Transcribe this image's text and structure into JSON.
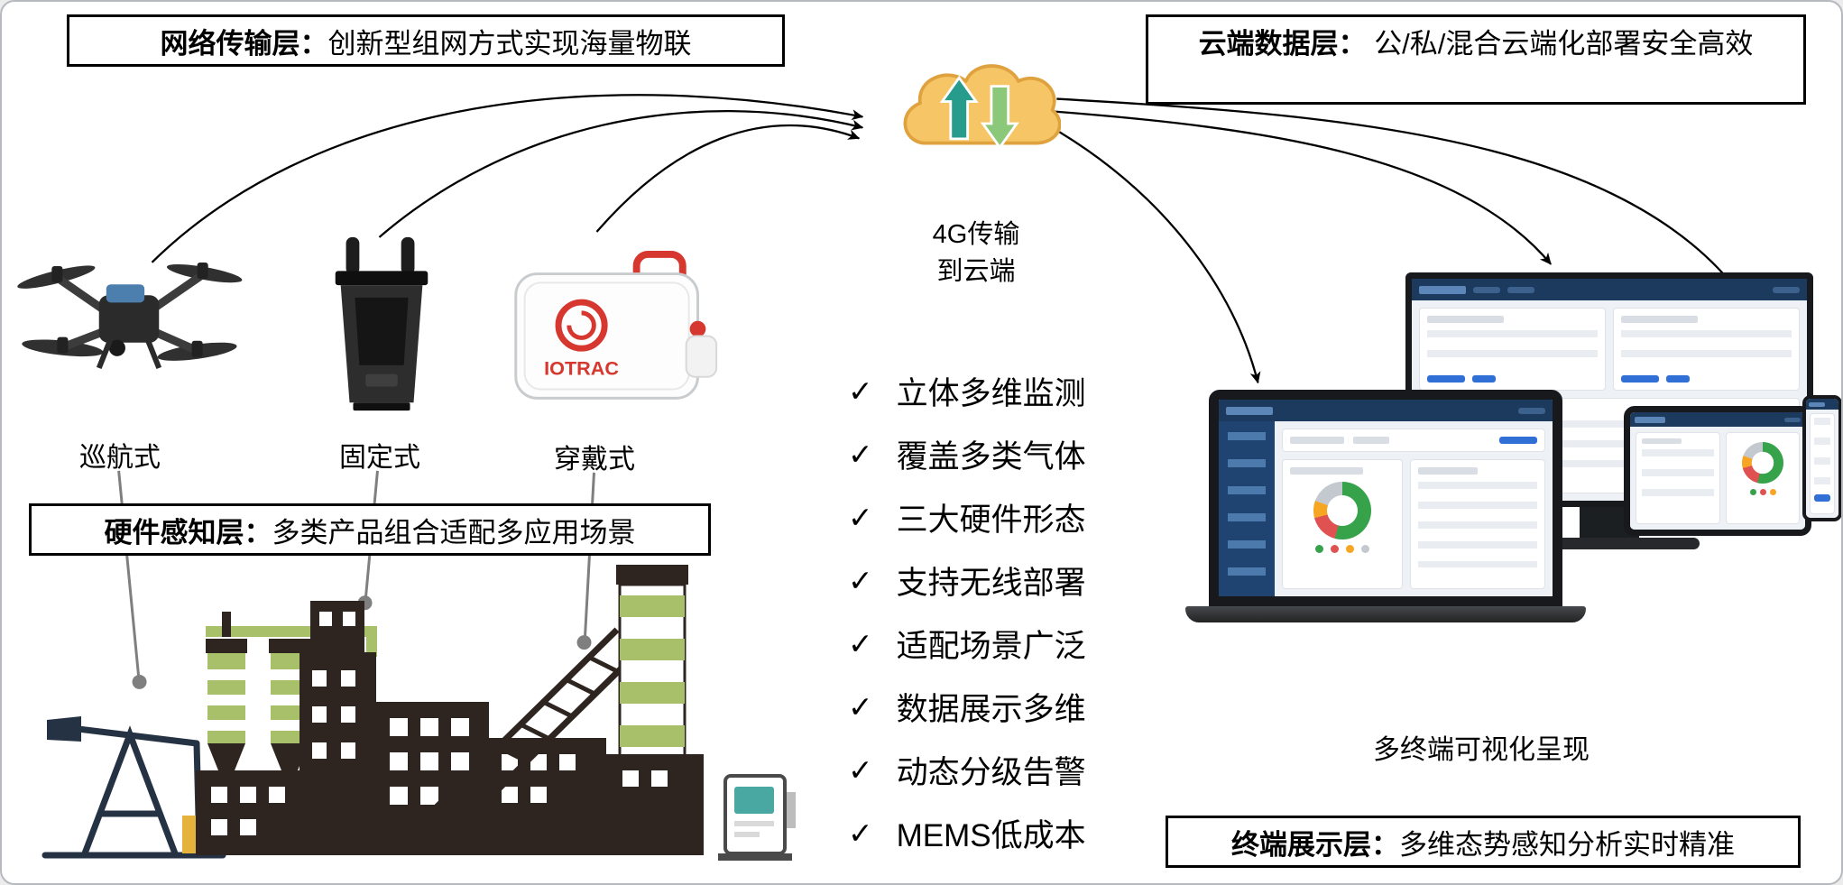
{
  "layers": {
    "network": {
      "title": "网络传输层：",
      "desc": "创新型组网方式实现海量物联"
    },
    "cloud": {
      "title": "云端数据层：",
      "desc": "公/私/混合云端化部署安全高效"
    },
    "hardware": {
      "title": "硬件感知层：",
      "desc": "多类产品组合适配多应用场景"
    },
    "terminal": {
      "title": "终端展示层：",
      "desc": "多维态势感知分析实时精准"
    }
  },
  "cloud_node": {
    "line1": "4G传输",
    "line2": "到云端"
  },
  "hardware_devices": [
    {
      "label": "巡航式"
    },
    {
      "label": "固定式"
    },
    {
      "label": "穿戴式"
    }
  ],
  "wearable_brand": "IOTRAC",
  "check_glyph": "✓",
  "features": [
    "立体多维监测",
    "覆盖多类气体",
    "三大硬件形态",
    "支持无线部署",
    "适配场景广泛",
    "数据展示多维",
    "动态分级告警",
    "MEMS低成本"
  ],
  "display_caption": "多终端可视化呈现",
  "colors": {
    "cloud_fill": "#F6C666",
    "cloud_stroke": "#DFA23F",
    "arrow_up": "#279C8C",
    "arrow_down": "#8CC87A",
    "brand_red": "#D6372E",
    "factory_dark": "#2E2520",
    "factory_green": "#A9C06A",
    "dashboard_navy": "#1C3A5E"
  }
}
